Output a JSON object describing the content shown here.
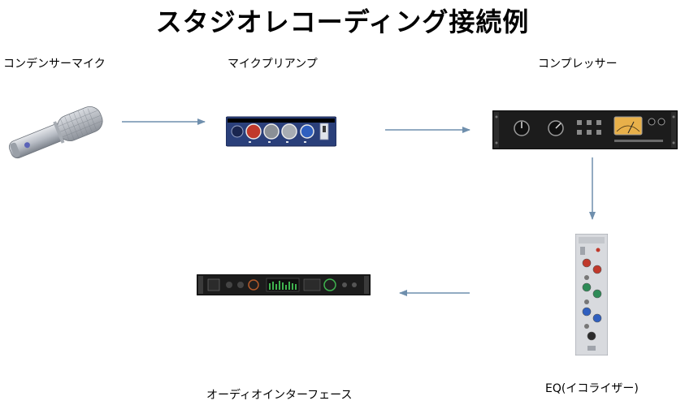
{
  "title": "スタジオレコーディング接続例",
  "nodes": {
    "mic": {
      "label": "コンデンサーマイク"
    },
    "preamp": {
      "label": "マイクプリアンプ"
    },
    "compressor": {
      "label": "コンプレッサー"
    },
    "eq": {
      "label": "EQ(イコライザー)"
    },
    "interface": {
      "label": "オーディオインターフェース"
    }
  },
  "colors": {
    "arrow": "#6f8fad",
    "rack_black": "#1c1c1c",
    "preamp_blue": "#2a3f7a",
    "knob_red": "#c0392b",
    "knob_blue": "#2f5fbf",
    "knob_green": "#2e8b57",
    "vu_amber": "#e8b04a"
  }
}
